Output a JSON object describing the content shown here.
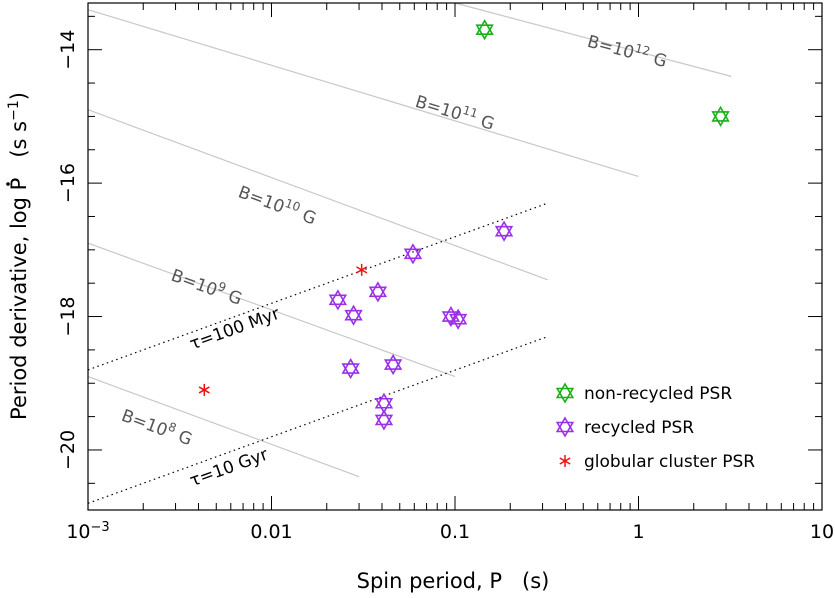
{
  "chart_data": {
    "type": "scatter",
    "xlabel": "Spin period, P   (s)",
    "ylabel_prefix": "Period derivative, log ",
    "ylabel_symbol": "P",
    "ylabel_suffix": "   (s s",
    "ylabel_sup": "−1",
    "ylabel_close": ")",
    "x_scale": "log",
    "xlim": [
      0.001,
      10
    ],
    "ylim": [
      -20.9,
      -13.3
    ],
    "grid": false,
    "legend_position": "bottom-right",
    "x_ticks": [
      {
        "value": 0.001,
        "base": "10",
        "sup": "−3"
      },
      {
        "value": 0.01,
        "label": "0.01"
      },
      {
        "value": 0.1,
        "label": "0.1"
      },
      {
        "value": 1,
        "label": "1"
      },
      {
        "value": 10,
        "label": "10"
      }
    ],
    "y_ticks": [
      {
        "value": -14,
        "label": "−14"
      },
      {
        "value": -16,
        "label": "−16"
      },
      {
        "value": -18,
        "label": "−18"
      },
      {
        "value": -20,
        "label": "−20"
      }
    ],
    "field_lines": [
      {
        "base": "B=10",
        "sup": "12",
        "unit": " G",
        "x": [
          0.1,
          3.2
        ],
        "y": [
          -13.3,
          -14.4
        ],
        "label_at": [
          0.52,
          -13.95
        ]
      },
      {
        "base": "B=10",
        "sup": "11",
        "unit": " G",
        "x": [
          0.001,
          1.0
        ],
        "y": [
          -13.4,
          -15.9
        ],
        "label_at": [
          0.06,
          -14.85
        ]
      },
      {
        "base": "B=10",
        "sup": "10",
        "unit": " G",
        "x": [
          0.001,
          0.32
        ],
        "y": [
          -14.9,
          -17.45
        ],
        "label_at": [
          0.0065,
          -16.2
        ]
      },
      {
        "base": "B=10",
        "sup": "9",
        "unit": " G",
        "x": [
          0.001,
          0.1
        ],
        "y": [
          -16.9,
          -18.9
        ],
        "label_at": [
          0.0028,
          -17.45
        ]
      },
      {
        "base": "B=10",
        "sup": "8",
        "unit": " G",
        "x": [
          0.001,
          0.03
        ],
        "y": [
          -18.9,
          -20.4
        ],
        "label_at": [
          0.0015,
          -19.55
        ]
      }
    ],
    "age_lines": [
      {
        "base": "τ=100 Myr",
        "x": [
          0.001,
          0.32
        ],
        "y": [
          -18.8,
          -16.3
        ],
        "label_at": [
          0.0037,
          -18.5
        ]
      },
      {
        "base": "τ=10 Gyr",
        "x": [
          0.001,
          0.32
        ],
        "y": [
          -20.8,
          -18.3
        ],
        "label_at": [
          0.0037,
          -20.55
        ]
      }
    ],
    "series": [
      {
        "name": "non-recycled PSR",
        "color": "#19b019",
        "marker": "star-of-david",
        "points": [
          {
            "x": 0.145,
            "y": -13.7
          },
          {
            "x": 2.8,
            "y": -15.0
          }
        ]
      },
      {
        "name": "recycled PSR",
        "color": "#9b30e8",
        "marker": "star-of-david",
        "points": [
          {
            "x": 0.023,
            "y": -17.75
          },
          {
            "x": 0.028,
            "y": -17.98
          },
          {
            "x": 0.038,
            "y": -17.63
          },
          {
            "x": 0.059,
            "y": -17.06
          },
          {
            "x": 0.185,
            "y": -16.72
          },
          {
            "x": 0.095,
            "y": -18.0
          },
          {
            "x": 0.104,
            "y": -18.04
          },
          {
            "x": 0.027,
            "y": -18.78
          },
          {
            "x": 0.046,
            "y": -18.72
          },
          {
            "x": 0.041,
            "y": -19.3
          },
          {
            "x": 0.041,
            "y": -19.55
          }
        ]
      },
      {
        "name": "globular cluster PSR",
        "color": "#ee1111",
        "marker": "asterisk",
        "points": [
          {
            "x": 0.031,
            "y": -17.3
          },
          {
            "x": 0.0043,
            "y": -19.1
          }
        ]
      }
    ]
  }
}
